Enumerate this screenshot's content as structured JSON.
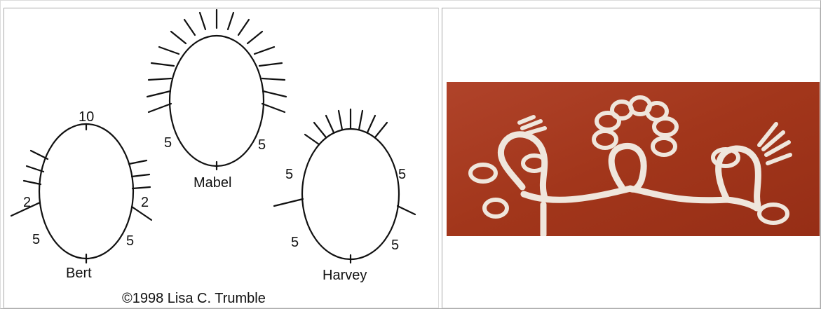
{
  "diagram": {
    "rings": [
      {
        "name": "Bert",
        "counts": {
          "top": "10",
          "left_picot": "2",
          "right_picot": "2",
          "left_bottom": "5",
          "right_bottom": "5"
        }
      },
      {
        "name": "Mabel",
        "counts": {
          "left": "5",
          "right": "5"
        }
      },
      {
        "name": "Harvey",
        "counts": {
          "left_top": "5",
          "right_top": "5",
          "left_bottom": "5",
          "right_bottom": "5"
        }
      }
    ],
    "copyright": "©1998 Lisa C. Trumble"
  },
  "photo": {
    "background_color": "#a83a1e",
    "thread_color": "#efe6dc"
  }
}
